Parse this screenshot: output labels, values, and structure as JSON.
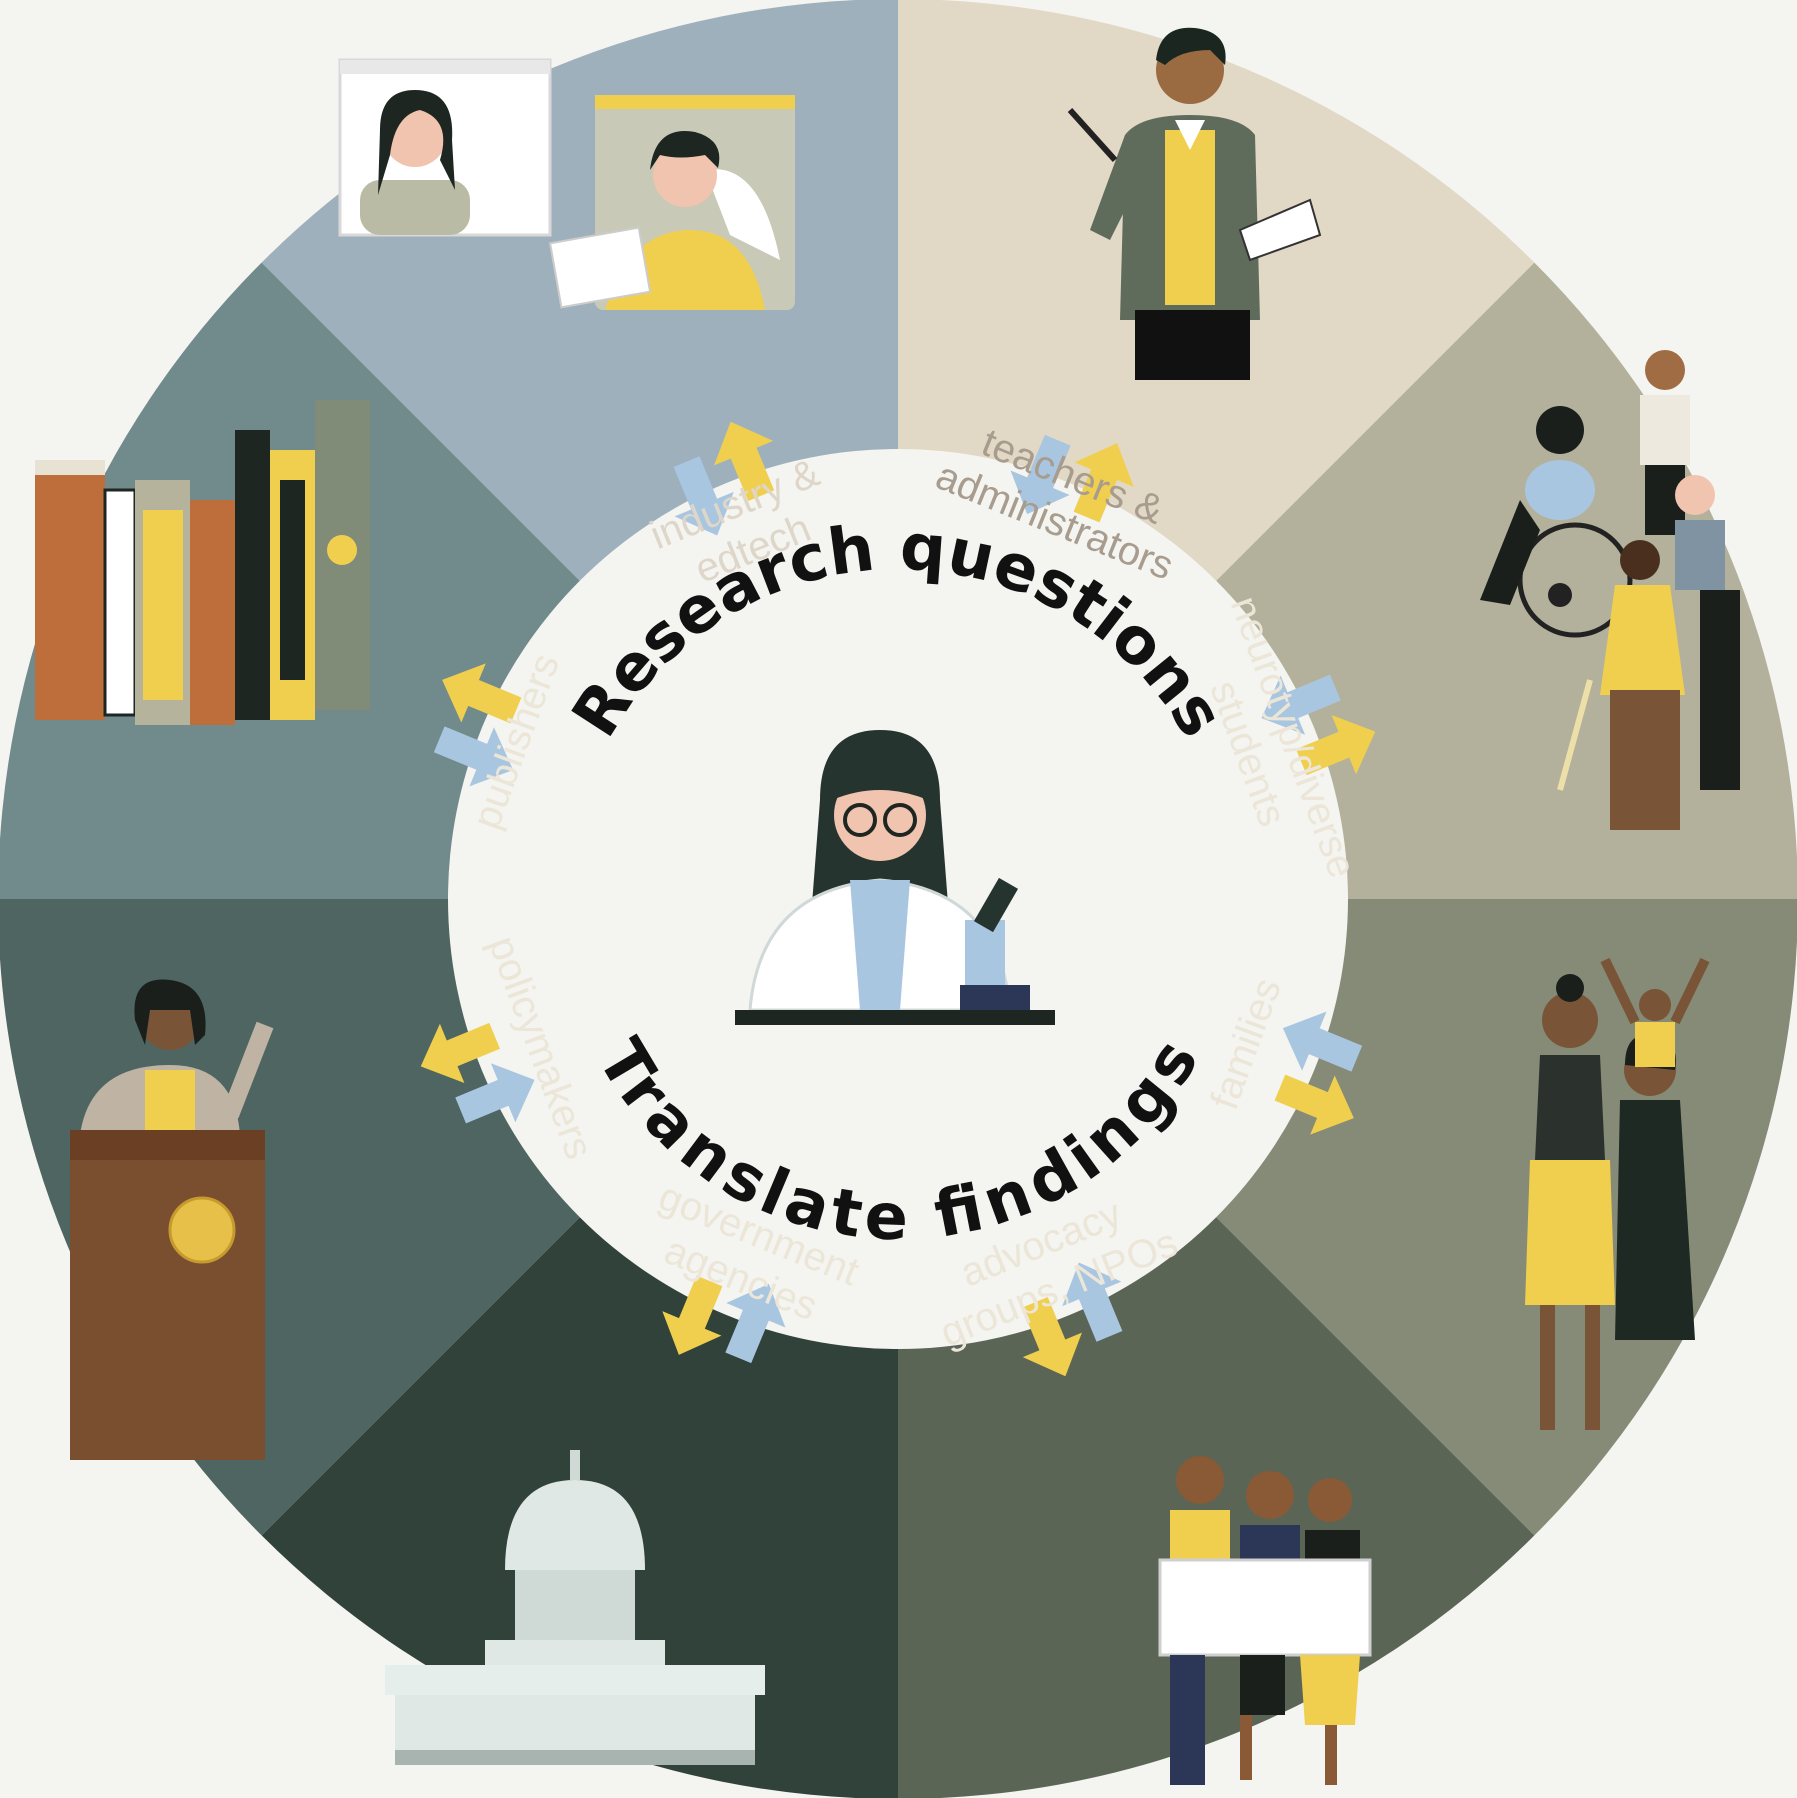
{
  "center": {
    "top_text": "Research questions",
    "bottom_text": "Translate findings",
    "figure_icon": "scientist-with-microscope-icon"
  },
  "segments": [
    {
      "id": "industry",
      "lines": [
        "industry &",
        "edtech"
      ],
      "color": "#9eb0bc",
      "text_color": "#ded6c8",
      "icon": "video-call-icon"
    },
    {
      "id": "teachers",
      "lines": [
        "teachers &",
        "administrators"
      ],
      "color": "#e2d8c6",
      "text_color": "#a89c8e",
      "icon": "teacher-with-book-icon"
    },
    {
      "id": "neurotyp",
      "lines": [
        "neurotyp/diverse",
        "students"
      ],
      "color": "#b3b19b",
      "text_color": "#ece6d8",
      "icon": "diverse-students-icon"
    },
    {
      "id": "families",
      "lines": [
        "families"
      ],
      "color": "#858b77",
      "text_color": "#ece6d8",
      "icon": "family-icon"
    },
    {
      "id": "advocacy",
      "lines": [
        "advocacy",
        "groups, NPOs"
      ],
      "color": "#5b6556",
      "text_color": "#ece6d8",
      "icon": "protest-group-icon"
    },
    {
      "id": "government",
      "lines": [
        "government",
        "agencies"
      ],
      "color": "#30423a",
      "text_color": "#ece6d8",
      "icon": "capitol-building-icon"
    },
    {
      "id": "policymakers",
      "lines": [
        "policymakers"
      ],
      "color": "#4f6561",
      "text_color": "#ece6d8",
      "icon": "speaker-at-podium-icon"
    },
    {
      "id": "publishers",
      "lines": [
        "publishers"
      ],
      "color": "#718a8c",
      "text_color": "#ece6d8",
      "icon": "books-icon"
    }
  ],
  "colors": {
    "background": "#f4f4f0",
    "arrow_yellow": "#f0cf4f",
    "arrow_blue": "#a9c6e1",
    "center_circle": "#f4f4f0"
  }
}
